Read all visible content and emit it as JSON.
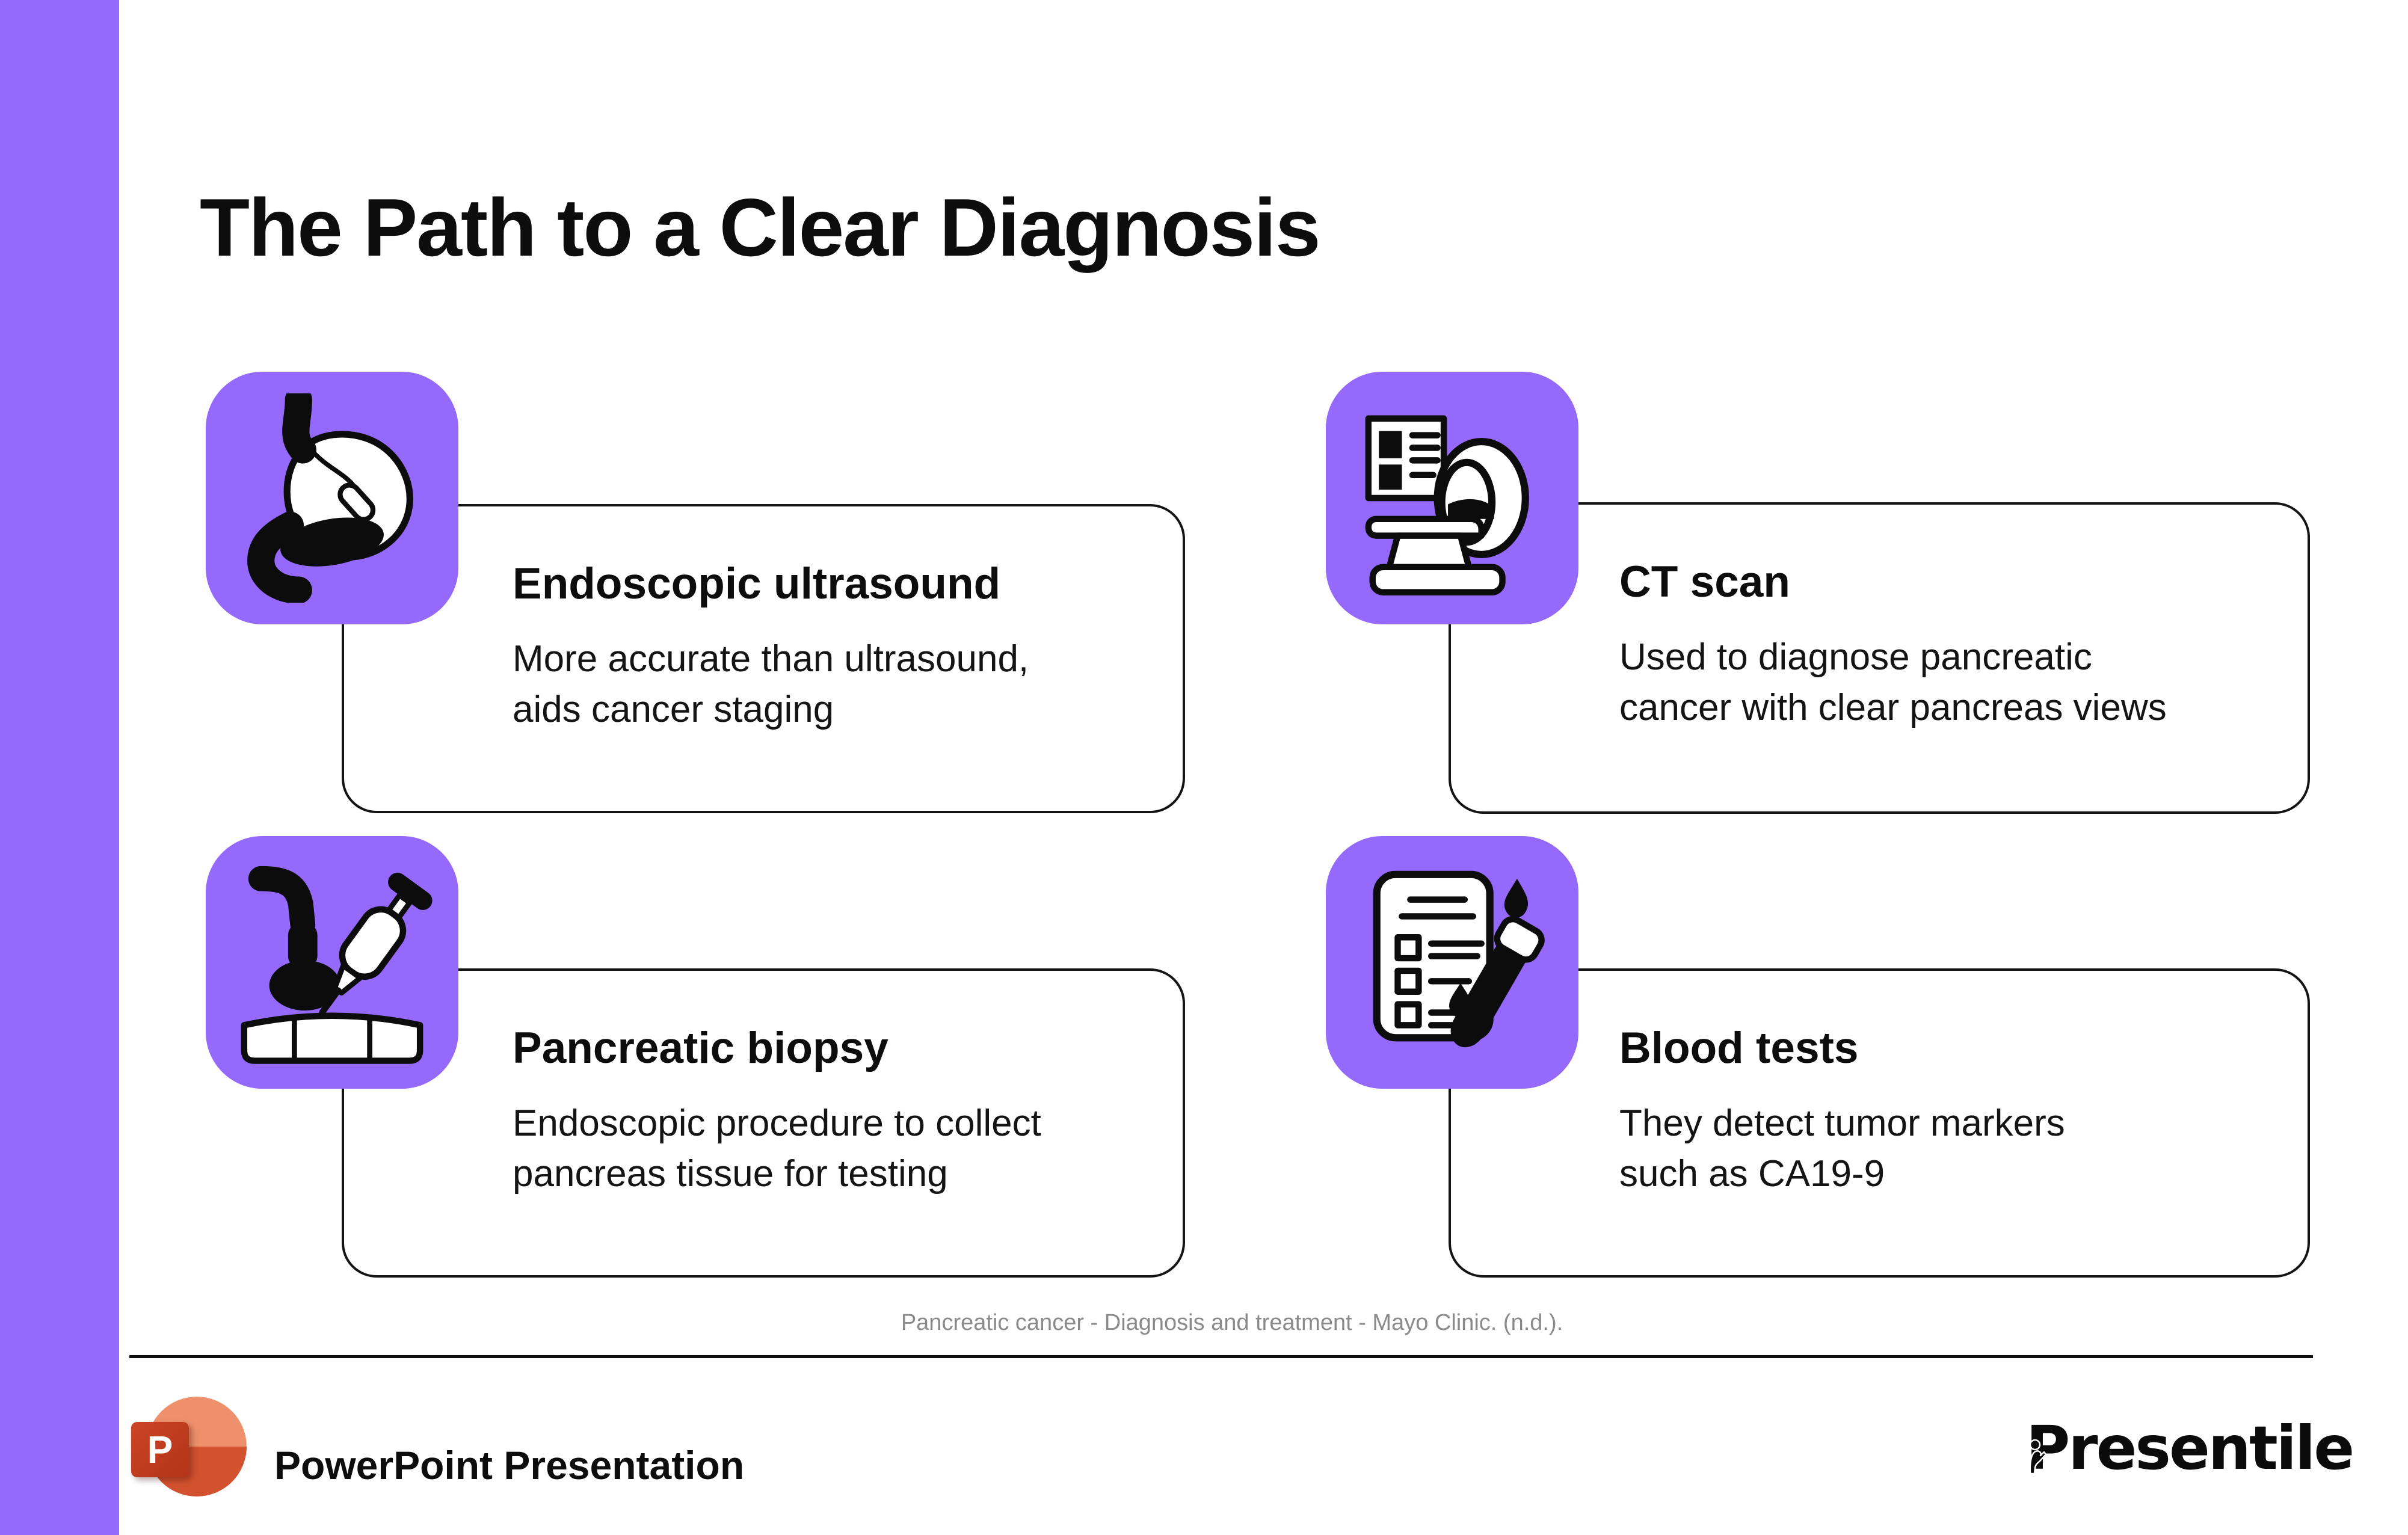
{
  "slide": {
    "title": "The Path to a Clear Diagnosis",
    "cards": [
      {
        "title": "Endoscopic ultrasound",
        "description": "More accurate than ultrasound,\naids cancer staging",
        "icon": "stomach-endoscope-icon"
      },
      {
        "title": "CT scan",
        "description": "Used to diagnose pancreatic\ncancer with clear pancreas views",
        "icon": "ct-scanner-icon"
      },
      {
        "title": "Pancreatic biopsy",
        "description": "Endoscopic procedure to collect\npancreas tissue for testing",
        "icon": "biopsy-probe-syringe-icon"
      },
      {
        "title": "Blood tests",
        "description": "They detect tumor markers\nsuch as CA19-9",
        "icon": "blood-test-form-icon"
      }
    ],
    "citation": "Pancreatic cancer - Diagnosis and treatment - Mayo Clinic. (n.d.)."
  },
  "footer": {
    "document_title": "PowerPoint Presentation",
    "powerpoint_icon_letter": "P",
    "brand": "Presentile"
  },
  "colors": {
    "accent_purple": "#9469FB",
    "ink_black": "#0d0d0d",
    "citation_gray": "#8A8A8A",
    "powerpoint_orange_light": "#EE906C",
    "powerpoint_orange_dark": "#D2512F",
    "powerpoint_square_red": "#C13B1B"
  }
}
